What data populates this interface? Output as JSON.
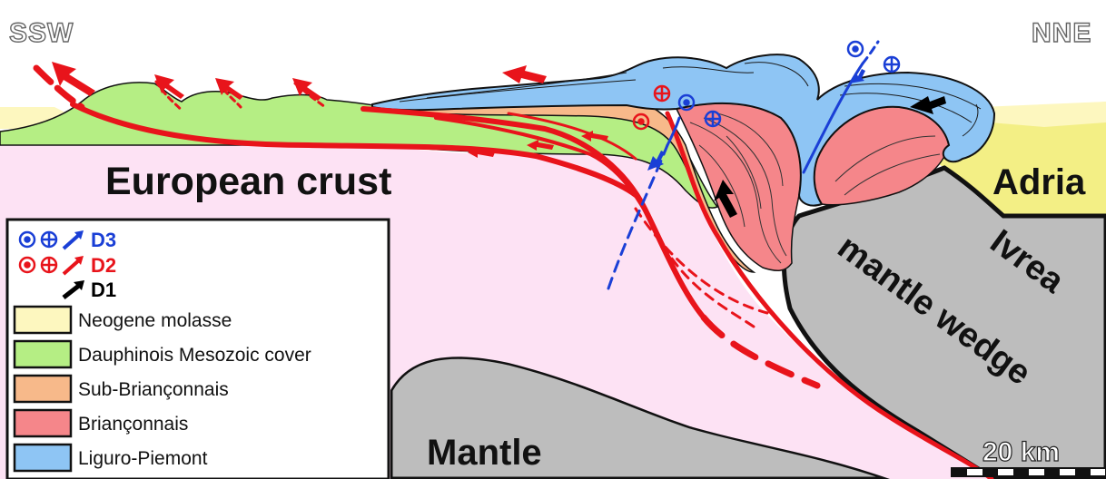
{
  "orientation": {
    "left": "SSW",
    "right": "NNE"
  },
  "labels": {
    "european_crust": "European crust",
    "adria": "Adria",
    "mantle": "Mantle",
    "ivrea_line1": "Ivrea",
    "ivrea_line2": "mantle wedge"
  },
  "legend": {
    "deformation": [
      {
        "phase": "D3",
        "color": "#1a3fd6"
      },
      {
        "phase": "D2",
        "color": "#e8141b"
      },
      {
        "phase": "D1",
        "color": "#000000"
      }
    ],
    "units": [
      {
        "name": "Neogene molasse",
        "color": "#fdf7bf"
      },
      {
        "name": "Dauphinois Mesozoic cover",
        "color": "#b5ee84"
      },
      {
        "name": "Sub-Briançonnais",
        "color": "#f7b98a"
      },
      {
        "name": "Briançonnais",
        "color": "#f5868a"
      },
      {
        "name": "Liguro-Piemont",
        "color": "#8ec5f4"
      }
    ]
  },
  "scale": {
    "label": "20 km"
  },
  "colors": {
    "crust": "#fde2f4",
    "mantle": "#bdbdbd",
    "adria": "#f3ef85",
    "fault_d2": "#e8141b",
    "fault_d3": "#1a3fd6"
  }
}
